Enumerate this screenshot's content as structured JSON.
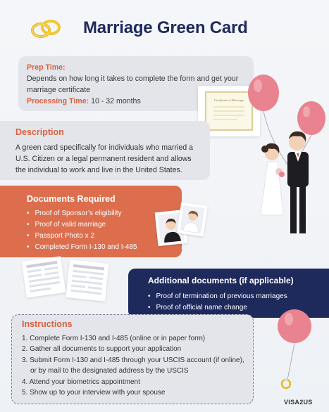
{
  "header": {
    "title": "Marriage Green Card"
  },
  "prep": {
    "label": "Prep Time:",
    "text": "Depends on how long it takes to complete the form and get your marriage certificate",
    "processing_label": "Processing Time:",
    "processing_value": "10 - 32 months"
  },
  "certificate": {
    "text": "Certificate of Marriage"
  },
  "description": {
    "heading": "Description",
    "text": "A green card specifically for individuals who married a U.S. Citizen or a legal permanent resident and allows the individual to work and live in the United States."
  },
  "documents": {
    "heading": "Documents Required",
    "items": [
      "Proof of Sponsor’s eligibility",
      "Proof of valid marriage",
      "Passport Photo x 2",
      "Completed Form I-130 and I-485"
    ]
  },
  "additional": {
    "heading": "Additional documents (if applicable)",
    "items": [
      "Proof of termination of previous marriages",
      "Proof of official name change"
    ]
  },
  "instructions": {
    "heading": "Instructions",
    "steps": [
      "1. Complete Form I-130 and I-485 (online or in paper form)",
      "2. Gather all documents to support your application",
      "3. Submit Form I-130 and I-485 through your USCIS account (if online),",
      "    or by mail to the designated address by the USCIS",
      "4. Attend your biometrics appointment",
      "5. Show up to your interview with your spouse"
    ]
  },
  "brand": {
    "text": "VISA2US"
  },
  "colors": {
    "accent": "#d9603f",
    "navy": "#1f2a5c",
    "balloon": "#e8838f",
    "panel": "#e3e5ea"
  }
}
